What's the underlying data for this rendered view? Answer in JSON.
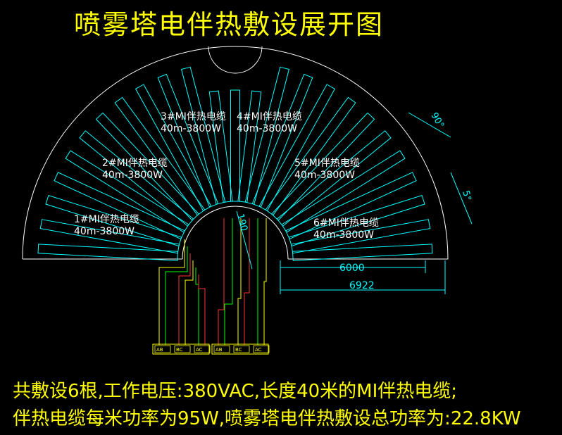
{
  "title": "喷雾塔电伴热敷设展开图",
  "notes": [
    "共敷设6根,工作电压:380VAC,长度40米的MI伴热电缆;",
    "伴热电缆每米功率为95W,喷雾塔电伴热敷设总功率为:22.8KW"
  ],
  "cables": [
    {
      "name": "1#MI伴热电缆",
      "spec": "40m-3800W"
    },
    {
      "name": "2#MI伴热电缆",
      "spec": "40m-3800W"
    },
    {
      "name": "3#MI伴热电缆",
      "spec": "40m-3800W"
    },
    {
      "name": "4#MI伴热电缆",
      "spec": "40m-3800W"
    },
    {
      "name": "5#MI伴热电缆",
      "spec": "40m-3800W"
    },
    {
      "name": "6#MI伴热电缆",
      "spec": "40m-3800W"
    }
  ],
  "dimensions": {
    "angle_large": "90°",
    "angle_small": "5°",
    "radius_inner": "190",
    "length_inner": "6000",
    "length_outer": "6922"
  },
  "terminals": {
    "left": [
      "AB",
      "BC",
      "AC"
    ],
    "right": [
      "AB",
      "BC",
      "AC"
    ]
  },
  "colors": {
    "background": "#000000",
    "outline": "#ffffff",
    "cable_loop": "#00ffff",
    "dimension": "#00ffff",
    "title": "#ffff00",
    "label": "#ffffff",
    "wire_green": "#00ff00",
    "wire_red": "#ff3333",
    "wire_yellow": "#ffff00",
    "terminal": "#ffff00"
  }
}
